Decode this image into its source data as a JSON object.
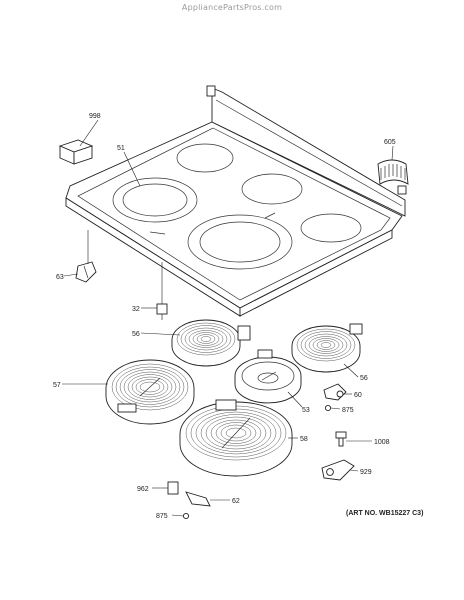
{
  "watermark": "AppliancePartsPros.com",
  "art_number": "(ART NO. WB15227 C3)",
  "callouts": {
    "c998": "998",
    "c51": "51",
    "c605": "605",
    "c63": "63",
    "c32": "32",
    "c56a": "56",
    "c56b": "56",
    "c57": "57",
    "c53": "53",
    "c60": "60",
    "c875a": "875",
    "c58": "58",
    "c1008": "1008",
    "c929": "929",
    "c962": "962",
    "c62": "62",
    "c875b": "875"
  }
}
